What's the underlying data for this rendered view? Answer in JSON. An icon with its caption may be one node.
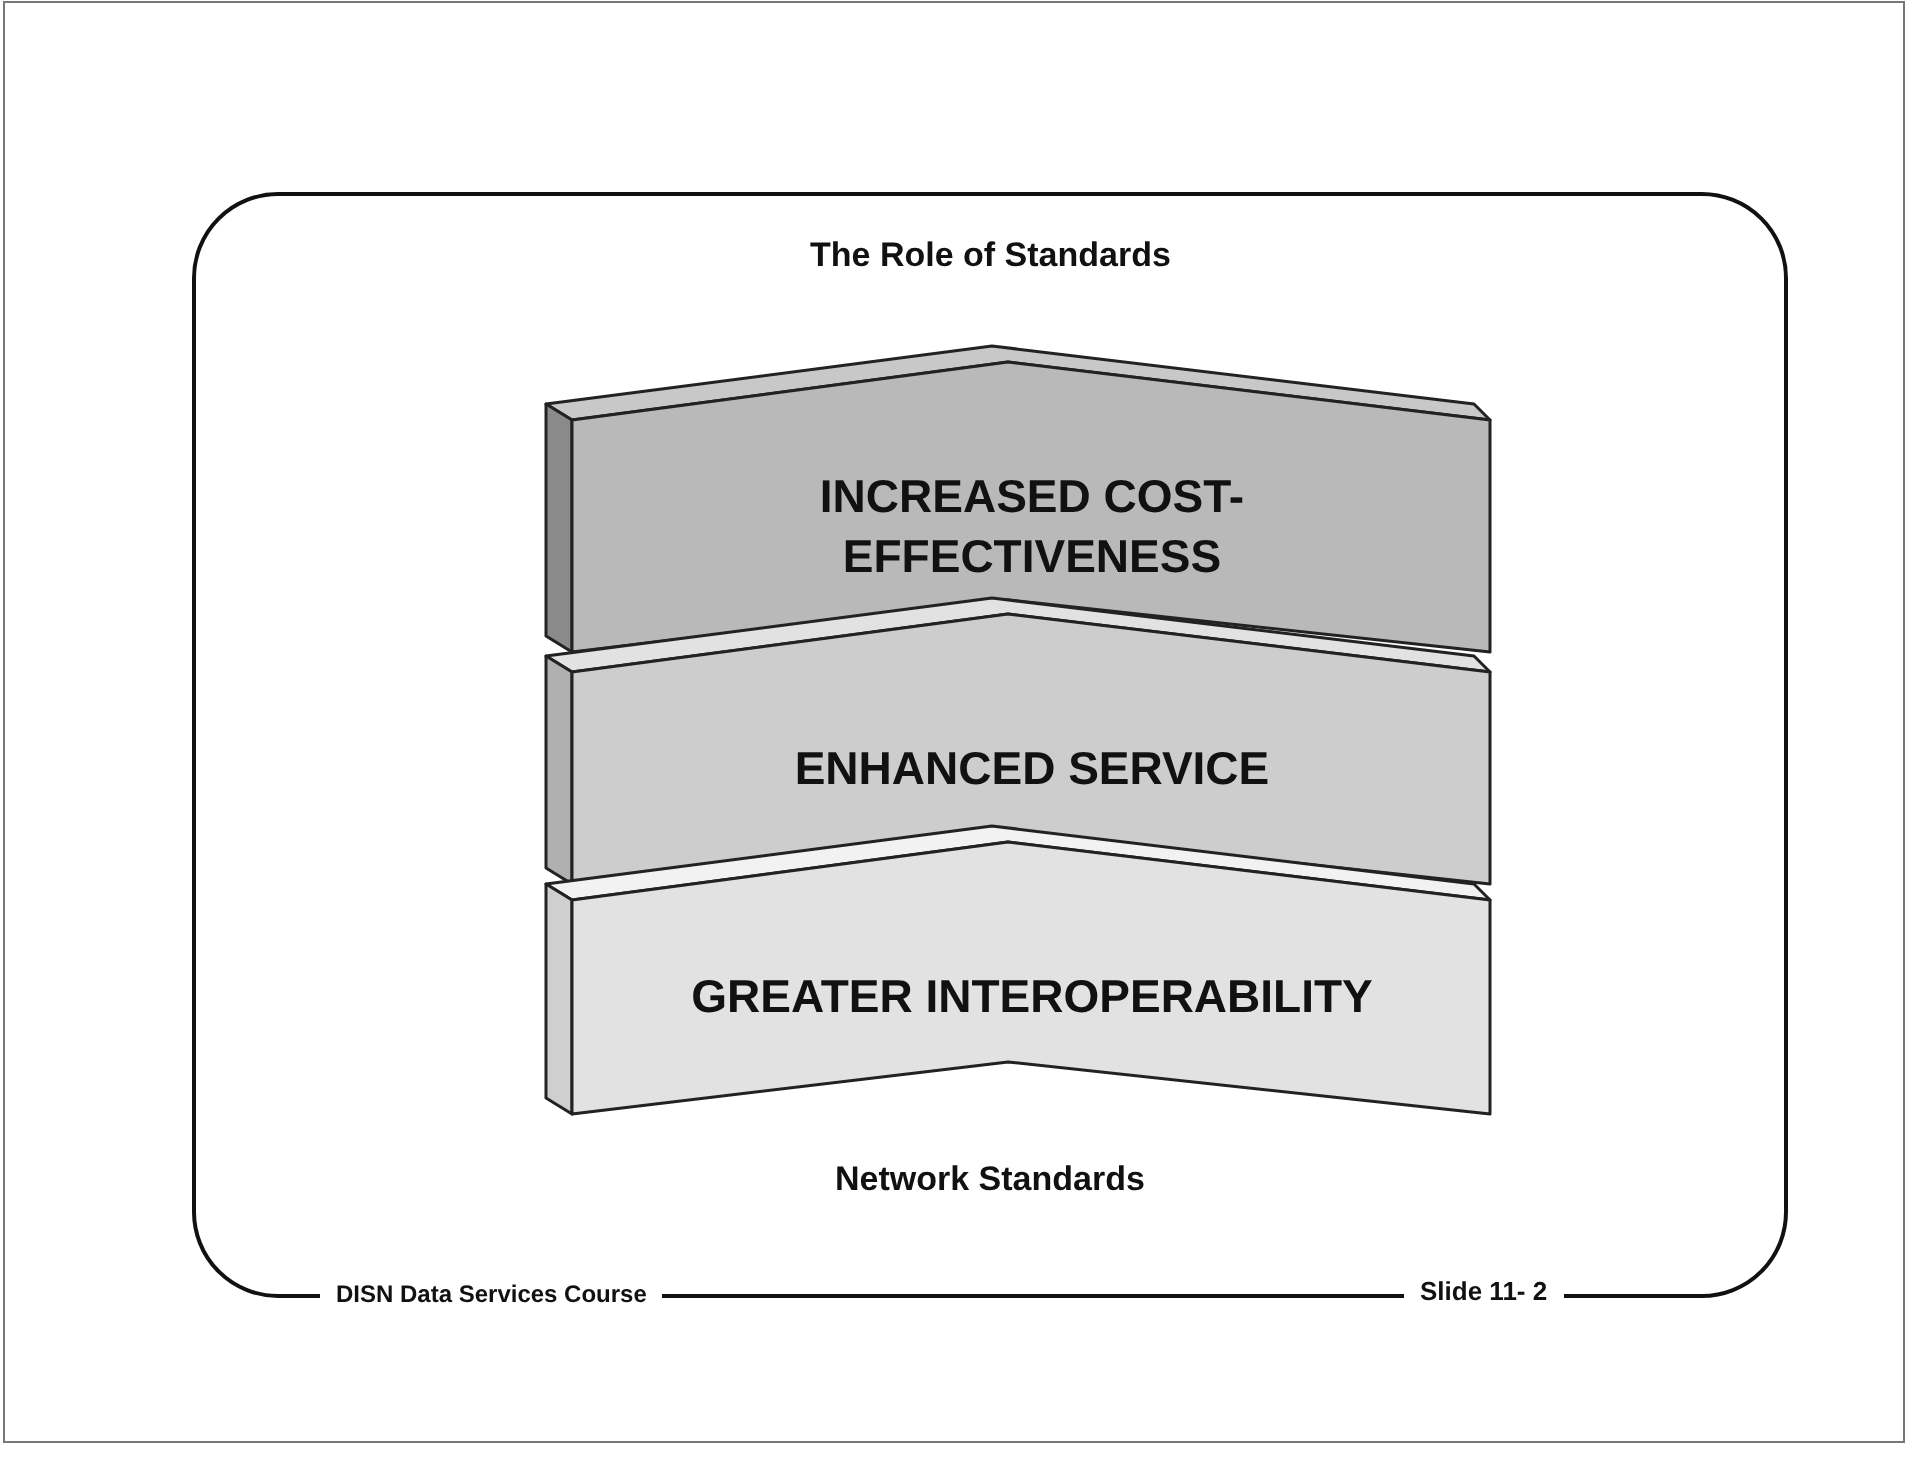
{
  "diagram": {
    "title": "The Role of Standards",
    "nodes": [
      {
        "text": [
          "INCREASED COST-EFFECTIVENESS"
        ]
      },
      {
        "text": [
          "ENHANCED SERVICE"
        ]
      },
      {
        "text": [
          "GREATER INTEROPERABILITY"
        ]
      }
    ],
    "labels": [
      "Network Standards",
      "DISN Data Services Course",
      "Slide 11- 2"
    ]
  }
}
